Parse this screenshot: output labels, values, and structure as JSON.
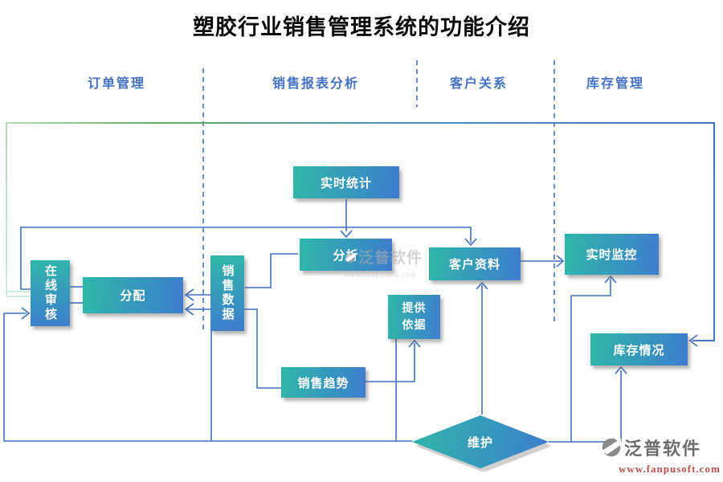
{
  "title": "塑胶行业销售管理系统的功能介绍",
  "lanes": [
    {
      "label": "订单管理"
    },
    {
      "label": "销售报表分析"
    },
    {
      "label": "客户关系"
    },
    {
      "label": "库存管理"
    }
  ],
  "nodes": {
    "realtime_stats": {
      "label": "实时统计"
    },
    "analysis": {
      "label": "分析"
    },
    "online_audit": {
      "label": "在线审核"
    },
    "allocation": {
      "label": "分配"
    },
    "sales_data": {
      "label": "销售数据"
    },
    "provide_basis": {
      "label": "提供依据"
    },
    "sales_trend": {
      "label": "销售趋势"
    },
    "customer_profile": {
      "label": "客户资料"
    },
    "realtime_monitor": {
      "label": "实时监控"
    },
    "inventory_status": {
      "label": "库存情况"
    },
    "maintenance": {
      "label": "维护"
    }
  },
  "watermark": {
    "text": "泛普软件",
    "icon": "fanpu-swoosh-icon"
  },
  "logo": {
    "name": "泛普软件",
    "url": "www.fanpusoft.com",
    "icon": "fanpu-swoosh-icon"
  },
  "colors": {
    "accent_blue": "#4472C4",
    "node_teal": "#2fb7aa",
    "node_blue": "#3e7dcd",
    "outer_green": "#62b15c",
    "logo_gray": "#6d6d6d",
    "url_red": "#C0504D"
  }
}
